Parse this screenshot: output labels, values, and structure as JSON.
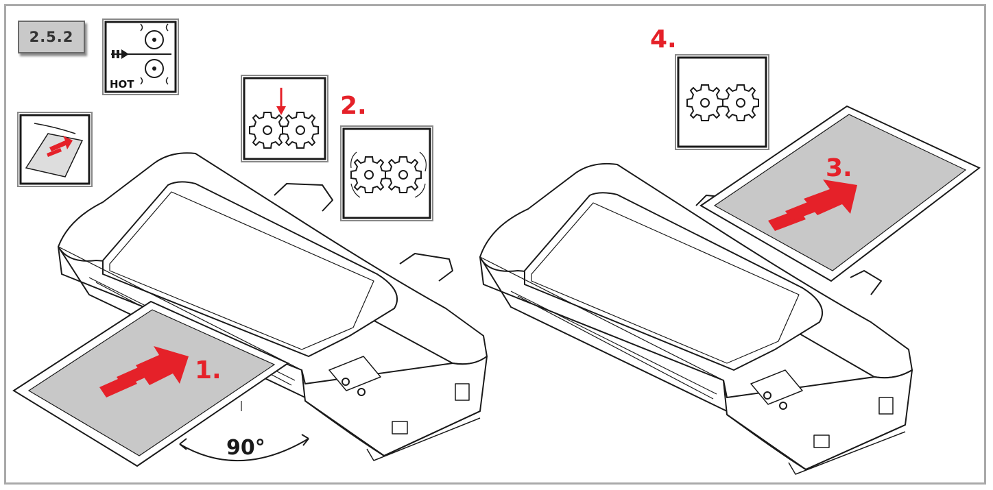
{
  "section_label": "2.5.2",
  "steps": {
    "step1": "1.",
    "step2": "2.",
    "step3": "3.",
    "step4": "4."
  },
  "angle_label": "90°",
  "hot_label": "HOT",
  "colors": {
    "accent_red": "#e52129",
    "paper_gray": "#c8c8c8",
    "line": "#1a1a1a",
    "frame": "#a9a9a9"
  },
  "icons": [
    "hot-rollers-icon",
    "pouch-insert-icon",
    "gear-press-icon",
    "gears-icon",
    "gears-running-icon"
  ]
}
